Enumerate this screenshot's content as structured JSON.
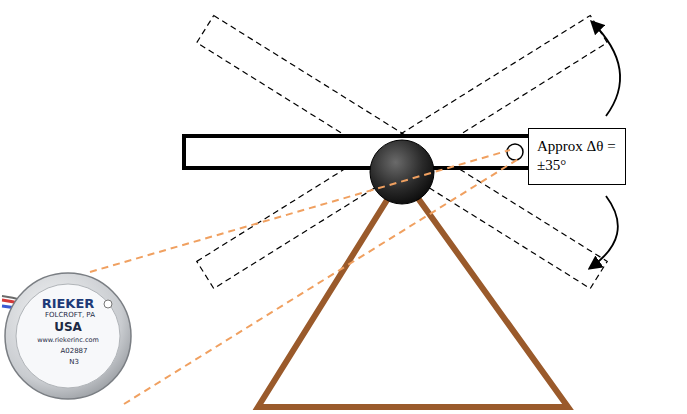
{
  "diagram": {
    "nodes": [
      {
        "text": [
          "Approx Δθ = ±35°"
        ]
      }
    ],
    "labels": [
      "RIEKER",
      "FOLCROFT, PA",
      "USA",
      "www.riekerinc.com",
      "A02887",
      "N3"
    ]
  }
}
